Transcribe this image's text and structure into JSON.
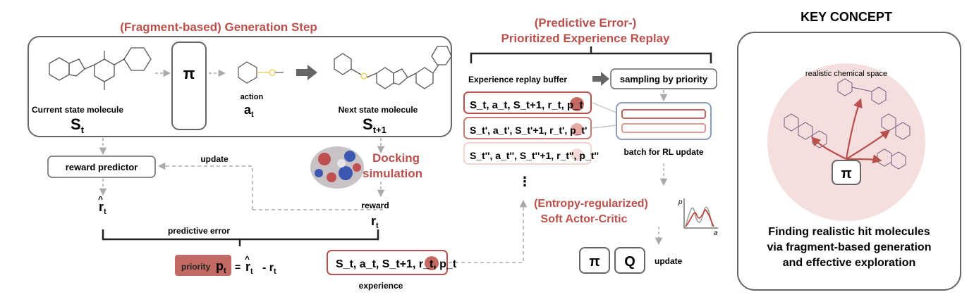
{
  "generation": {
    "title": "(Fragment-based) Generation Step",
    "pi": "π",
    "current_label": "Current state molecule",
    "current_sym": "S",
    "current_sub": "t",
    "action_label": "action",
    "action_sym": "a",
    "action_sub": "t",
    "next_label": "Next state molecule",
    "next_sym": "S",
    "next_sub": "t+1"
  },
  "reward": {
    "predictor": "reward predictor",
    "update": "update",
    "docking_1": "Docking",
    "docking_2": "simulation",
    "reward_label": "reward",
    "r_hat": "r",
    "r_hat_sub": "t",
    "r_sym": "r",
    "r_sub": "t",
    "predictive_error": "predictive error",
    "priority_label": "priority",
    "priority_sym": "p",
    "priority_sub": "t",
    "eq": "=",
    "minus": "- r",
    "minus_sub": "t",
    "hat": "^"
  },
  "experience": {
    "tuple": "S_t, a_t, S_t+1, r_t, p_t",
    "label": "experience"
  },
  "replay": {
    "title_1": "(Predictive Error-)",
    "title_2": "Prioritized Experience Replay",
    "buffer_label": "Experience replay buffer",
    "sampling": "sampling by priority",
    "batch_label": "batch for RL update",
    "dots": "⋮",
    "rows": [
      "S_t, a_t, S_t+1, r_t, p_t",
      "S_t', a_t', S_t'+1, r_t', p_t'",
      "S_t'', a_t'', S_t''+1, r_t'', p_t''"
    ]
  },
  "sac": {
    "title_1": "(Entropy-regularized)",
    "title_2": "Soft Actor-Critic",
    "pi": "π",
    "q": "Q",
    "update": "update",
    "axis_p": "p",
    "axis_a": "a"
  },
  "key": {
    "title": "KEY CONCEPT",
    "space": "realistic chemical space",
    "pi": "π",
    "line_1": "Finding realistic hit molecules",
    "line_2": "via fragment-based generation",
    "line_3": "and effective exploration"
  },
  "colors": {
    "accent": "#b9504b",
    "accent_fill": "#c46a64",
    "blob": "#f5dede",
    "border": "#666666",
    "arrow": "#aaaaaa"
  }
}
